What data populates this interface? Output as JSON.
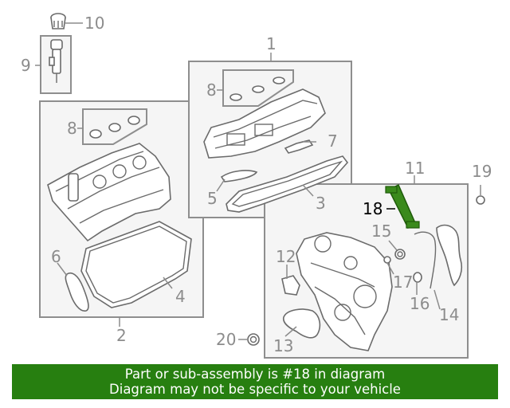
{
  "diagram": {
    "callouts": [
      "1",
      "2",
      "3",
      "4",
      "5",
      "6",
      "7",
      "8",
      "8",
      "9",
      "10",
      "11",
      "12",
      "13",
      "14",
      "15",
      "16",
      "17",
      "18",
      "19",
      "20"
    ],
    "highlighted_part": "18",
    "highlight_color": "#3a8a1c"
  },
  "banner": {
    "line1": "Part or sub-assembly is #18 in diagram",
    "line2": "Diagram may not be specific to your vehicle",
    "background": "#277f10"
  }
}
